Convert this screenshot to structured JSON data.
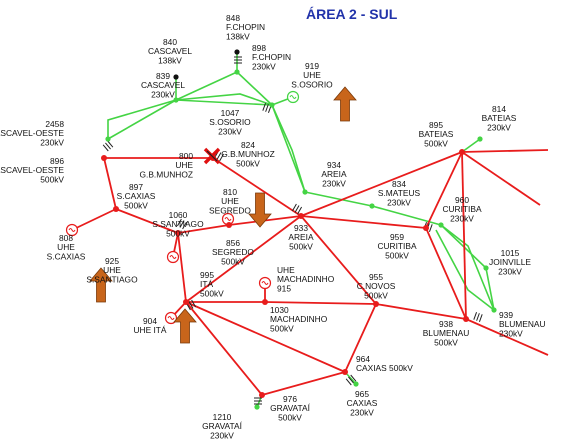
{
  "title": "ÁREA 2 - SUL",
  "colors": {
    "kv500": "#e81c1c",
    "kv230": "#44d444",
    "arrow": "#c8651b",
    "title": "#2233aa",
    "generator": "#e81c1c",
    "blocked": "#e01010"
  },
  "nodes": [
    {
      "id": "848",
      "lines": [
        "848",
        "F.CHOPIN",
        "138kV"
      ]
    },
    {
      "id": "840",
      "lines": [
        "840",
        "CASCAVEL",
        "138kV"
      ]
    },
    {
      "id": "898",
      "lines": [
        "898",
        "F.CHOPIN",
        "230kV"
      ]
    },
    {
      "id": "839",
      "lines": [
        "839",
        "CASCAVEL",
        "230kV"
      ]
    },
    {
      "id": "919",
      "lines": [
        "919",
        "UHE",
        "S.OSORIO"
      ]
    },
    {
      "id": "1047",
      "lines": [
        "1047",
        "S.OSORIO",
        "230kV"
      ]
    },
    {
      "id": "814",
      "lines": [
        "814",
        "BATEIAS",
        "230kV"
      ]
    },
    {
      "id": "895",
      "lines": [
        "895",
        "BATEIAS",
        "500kV"
      ]
    },
    {
      "id": "2458",
      "lines": [
        "2458",
        "CASCAVEL-OESTE",
        "230kV"
      ]
    },
    {
      "id": "896",
      "lines": [
        "896",
        "CASCAVEL-OESTE",
        "500kV"
      ]
    },
    {
      "id": "824",
      "lines": [
        "824",
        "G.B.MUNHOZ",
        "500kV"
      ]
    },
    {
      "id": "800",
      "lines": [
        "800",
        "UHE",
        "G.B.MUNHOZ"
      ]
    },
    {
      "id": "934",
      "lines": [
        "934",
        "AREIA",
        "230kV"
      ]
    },
    {
      "id": "834",
      "lines": [
        "834",
        "S.MATEUS",
        "230kV"
      ]
    },
    {
      "id": "897",
      "lines": [
        "897",
        "S.CAXIAS",
        "500kV"
      ]
    },
    {
      "id": "810",
      "lines": [
        "810",
        "UHE",
        "SEGREDO"
      ]
    },
    {
      "id": "960",
      "lines": [
        "960",
        "CURITIBA",
        "230kV"
      ]
    },
    {
      "id": "1060",
      "lines": [
        "1060",
        "S.SANTIAGO",
        "500kV"
      ]
    },
    {
      "id": "933",
      "lines": [
        "933",
        "AREIA",
        "500kV"
      ]
    },
    {
      "id": "959",
      "lines": [
        "959",
        "CURITIBA",
        "500kV"
      ]
    },
    {
      "id": "808",
      "lines": [
        "808",
        "UHE",
        "S.CAXIAS"
      ]
    },
    {
      "id": "856",
      "lines": [
        "856",
        "SEGREDO",
        "500kV"
      ]
    },
    {
      "id": "1015",
      "lines": [
        "1015",
        "JOINVILLE",
        "230kV"
      ]
    },
    {
      "id": "925",
      "lines": [
        "925",
        "UHE",
        "S.SANTIAGO"
      ]
    },
    {
      "id": "995",
      "lines": [
        "995",
        "ITÁ",
        "500kV"
      ]
    },
    {
      "id": "915",
      "lines": [
        "UHE",
        "MACHADINHO",
        "915"
      ]
    },
    {
      "id": "955",
      "lines": [
        "955",
        "C.NOVOS",
        "500kV"
      ]
    },
    {
      "id": "939",
      "lines": [
        "939",
        "BLUMENAU",
        "230kV"
      ]
    },
    {
      "id": "1030",
      "lines": [
        "1030",
        "MACHADINHO",
        "500kV"
      ]
    },
    {
      "id": "904",
      "lines": [
        "904",
        "UHE ITÁ"
      ]
    },
    {
      "id": "938",
      "lines": [
        "938",
        "BLUMENAU",
        "500kV"
      ]
    },
    {
      "id": "964",
      "lines": [
        "964",
        "CAXIAS 500kV"
      ]
    },
    {
      "id": "965",
      "lines": [
        "965",
        "CAXIAS",
        "230kV"
      ]
    },
    {
      "id": "976",
      "lines": [
        "976",
        "GRAVATAÍ",
        "500kV"
      ]
    },
    {
      "id": "1210",
      "lines": [
        "1210",
        "GRAVATAÍ",
        "230kV"
      ]
    }
  ]
}
